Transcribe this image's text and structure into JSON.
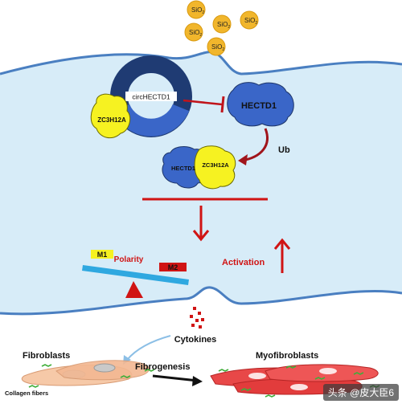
{
  "sio2": {
    "label": "SiO",
    "subscript": "2"
  },
  "circ": {
    "ring_label": "circHECTD1",
    "zc3h12a": "ZC3H12A"
  },
  "hectd1": {
    "label": "HECTD1"
  },
  "complex": {
    "left": "HECTD1",
    "right": "ZC3H12A"
  },
  "ub": {
    "label": "Ub"
  },
  "balance": {
    "m1": "M1",
    "m2": "M2",
    "polarity": "Polarity",
    "activation": "Activation"
  },
  "cells": {
    "cytokines": "Cytokines",
    "fibroblasts": "Fibroblasts",
    "myofibroblasts": "Myofibroblasts",
    "fibrogenesis": "Fibrogenesis",
    "collagen": "Collagen fibers"
  },
  "watermark": {
    "text": "头条 @皮大臣6"
  },
  "colors": {
    "cell_bg": "#d7ecf8",
    "membrane": "#4a7fc1",
    "red": "#d01414",
    "yellow": "#f6f221",
    "blue": "#3a66c8",
    "navy": "#1d3569"
  }
}
